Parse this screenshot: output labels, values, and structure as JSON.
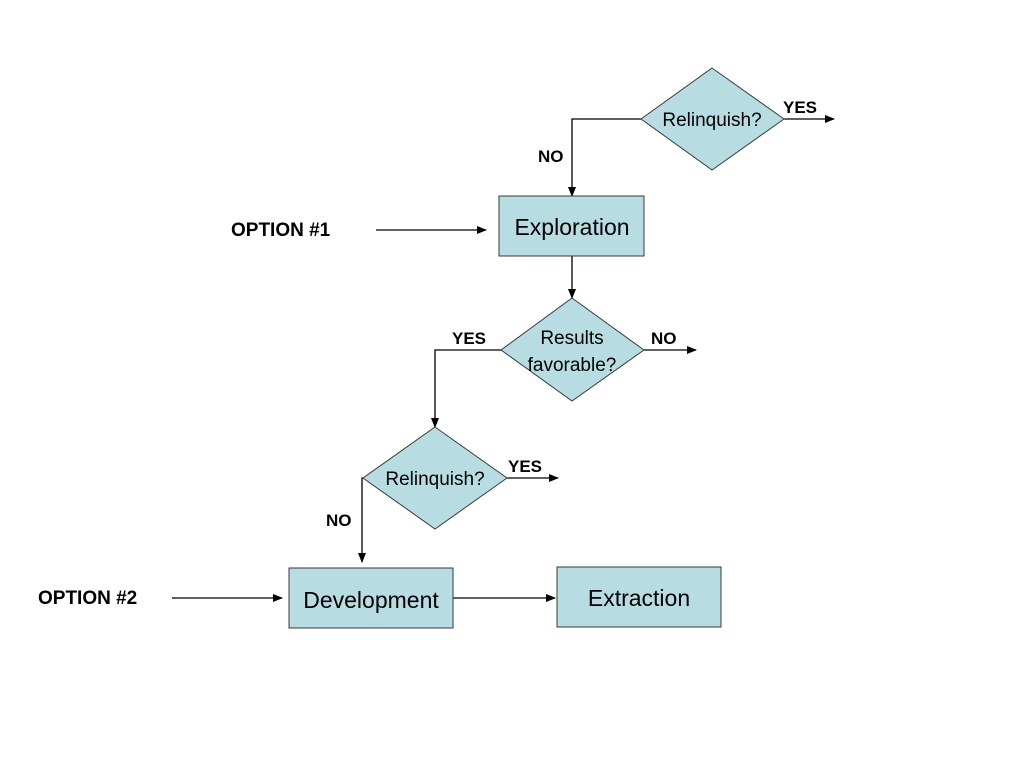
{
  "colors": {
    "node_fill": "#b7dde2",
    "node_stroke": "#3a3a3a",
    "edge": "#000000"
  },
  "options": {
    "option1": "OPTION #1",
    "option2": "OPTION #2"
  },
  "nodes": {
    "relinquish_top": "Relinquish?",
    "exploration": "Exploration",
    "results_line1": "Results",
    "results_line2": "favorable?",
    "relinquish_mid": "Relinquish?",
    "development": "Development",
    "extraction": "Extraction"
  },
  "edge_labels": {
    "relinquish_top_yes": "YES",
    "relinquish_top_no": "NO",
    "results_yes": "YES",
    "results_no": "NO",
    "relinquish_mid_yes": "YES",
    "relinquish_mid_no": "NO"
  }
}
